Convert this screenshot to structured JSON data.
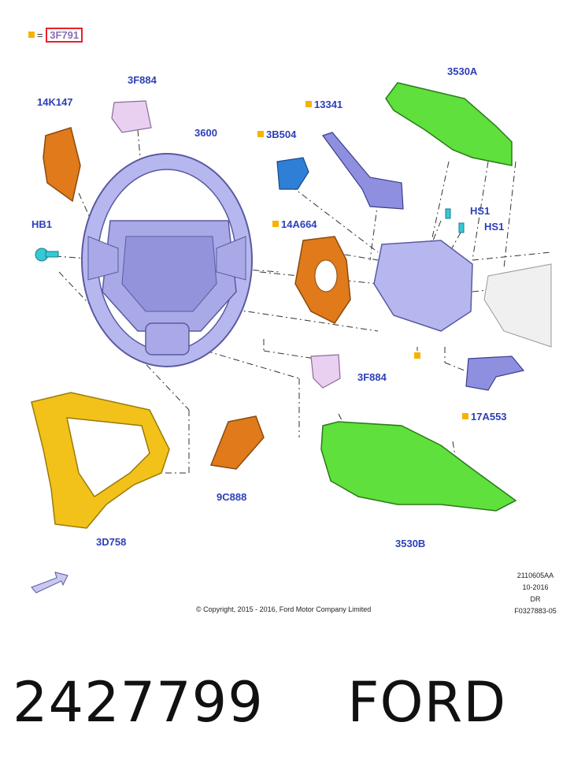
{
  "legend": {
    "equals": "=",
    "ref": "3F791"
  },
  "parts": {
    "p14K147": "14K147",
    "p3F884_top": "3F884",
    "p3600": "3600",
    "p13341": "13341",
    "p3530A": "3530A",
    "p3B504": "3B504",
    "pHB1": "HB1",
    "p14A664": "14A664",
    "pHS1_a": "HS1",
    "pHS1_b": "HS1",
    "p3F884_bottom": "3F884",
    "p17A553": "17A553",
    "p3D758": "3D758",
    "p9C888": "9C888",
    "p3530B": "3530B"
  },
  "colors": {
    "wheel": "#b7b7f0",
    "orange": "#e07a1a",
    "yellow": "#f2c21a",
    "green": "#5fe03c",
    "blue": "#2f7fd6",
    "violet": "#8f8fe0",
    "marker": "#f4b300",
    "label": "#2c3fb8"
  },
  "copyright": "© Copyright, 2015 - 2016, Ford Motor Company Limited",
  "refs": {
    "code": "2110605AA",
    "date": "10-2016",
    "dr": "DR",
    "fig": "F0327883-05"
  },
  "footer": {
    "number": "2427799",
    "brand": "FORD"
  }
}
